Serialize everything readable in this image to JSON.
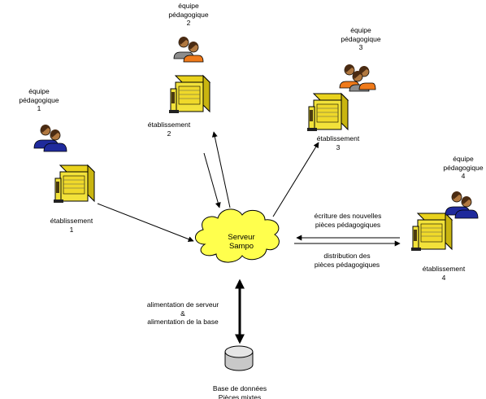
{
  "diagram": {
    "server": {
      "label": "Serveur\nSampo"
    },
    "teams": [
      {
        "label": "équipe\npédagogique\n1"
      },
      {
        "label": "équipe\npédagogique\n2"
      },
      {
        "label": "équipe\npédagogique\n3"
      },
      {
        "label": "équipe\npédagogique\n4"
      }
    ],
    "establishments": [
      {
        "label": "établissement\n1"
      },
      {
        "label": "établissement\n2"
      },
      {
        "label": "établissement\n3"
      },
      {
        "label": "établissement\n4"
      }
    ],
    "annotations": {
      "writing": "écriture des nouvelles\npièces pédagogiques",
      "distribution": "distribution des\npièces pédagogiques",
      "feeding": "alimentation de serveur\n&\nalimentation de la base"
    },
    "database": {
      "label": "Base de données\nPièces mixtes"
    },
    "colors": {
      "building": "#f2e23a",
      "building_roof": "#e9d21c",
      "cloud": "#ffff4d",
      "person_blue": "#1f2a9c",
      "person_orange": "#ef7a1a",
      "person_gray": "#8c8c8c",
      "skin": "#b07840",
      "hair": "#4a2b12",
      "disk": "#c8c8c8"
    }
  }
}
